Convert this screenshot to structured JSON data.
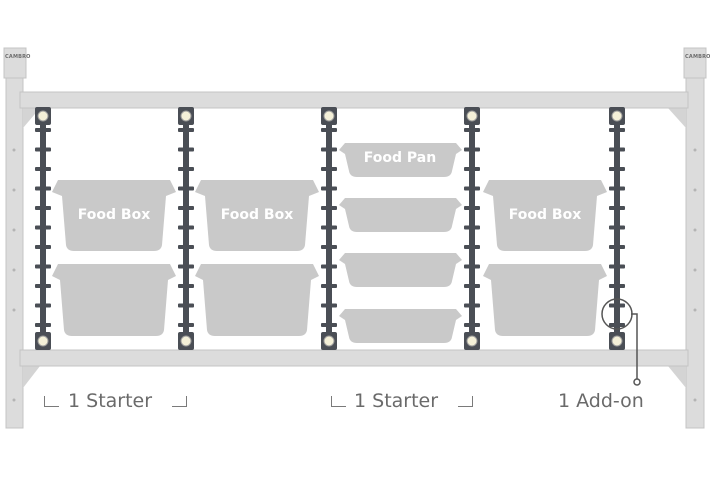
{
  "logo_text": "CAMBRO",
  "bins": {
    "food_box": "Food Box",
    "food_pan": "Food Pan"
  },
  "labels": {
    "starter_1": "1 Starter",
    "starter_2": "1 Starter",
    "addon": "1 Add-on"
  },
  "colors": {
    "frame": "#dcdcdc",
    "frame_edge": "#c4c4c4",
    "post": "#4a4e55",
    "bin": "#c9c9c9",
    "text": "#6a6a6a"
  }
}
